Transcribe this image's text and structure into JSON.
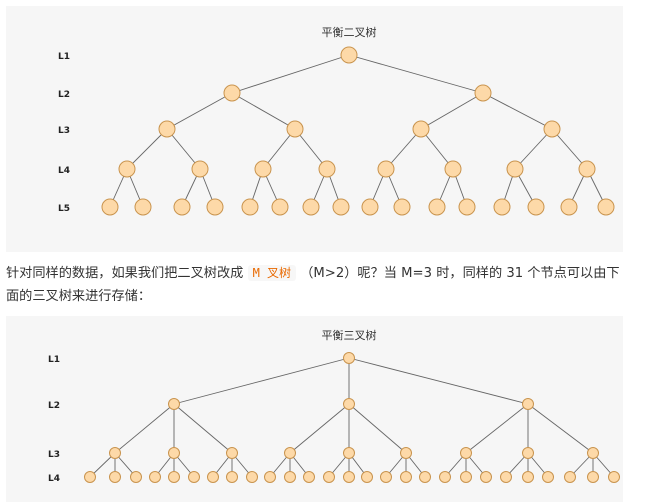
{
  "tree_binary": {
    "title": "平衡二叉树",
    "levels": [
      "L1",
      "L2",
      "L3",
      "L4",
      "L5"
    ],
    "branching": 2
  },
  "caption": {
    "part1": "针对同样的数据，如果我们把二叉树改成",
    "code": "M 叉树",
    "part2": "（M>2）呢？当 M=3 时，同样的 31 个节点可以由下面的三叉树来进行存储："
  },
  "tree_ternary": {
    "title": "平衡三叉树",
    "levels": [
      "L1",
      "L2",
      "L3",
      "L4"
    ],
    "branching": 3
  },
  "colors": {
    "node_fill": "#fdd9a8",
    "node_stroke": "#c9944e",
    "edge": "#666666",
    "panel_bg": "#f6f6f6"
  }
}
